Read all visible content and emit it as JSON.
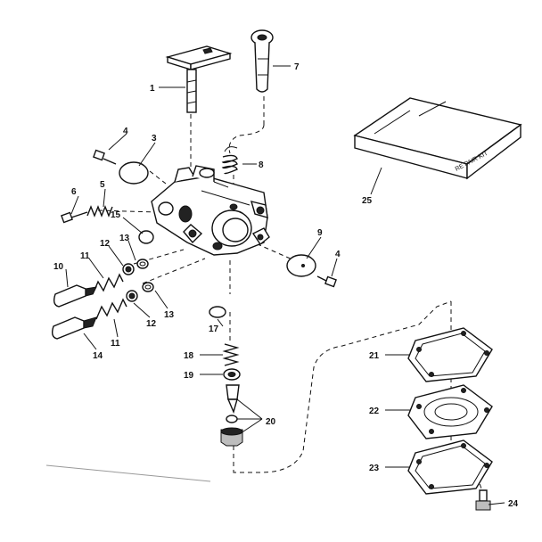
{
  "diagram": {
    "callouts": {
      "c1": "1",
      "c3": "3",
      "c4a": "4",
      "c4b": "4",
      "c5": "5",
      "c6": "6",
      "c7": "7",
      "c8": "8",
      "c9": "9",
      "c10": "10",
      "c11a": "11",
      "c11b": "11",
      "c12a": "12",
      "c12b": "12",
      "c13a": "13",
      "c13b": "13",
      "c14": "14",
      "c15": "15",
      "c17": "17",
      "c18": "18",
      "c19": "19",
      "c20": "20",
      "c21": "21",
      "c22": "22",
      "c23": "23",
      "c24": "24",
      "c25": "25"
    },
    "repair_kit_label": "RE PAIR KIT"
  }
}
